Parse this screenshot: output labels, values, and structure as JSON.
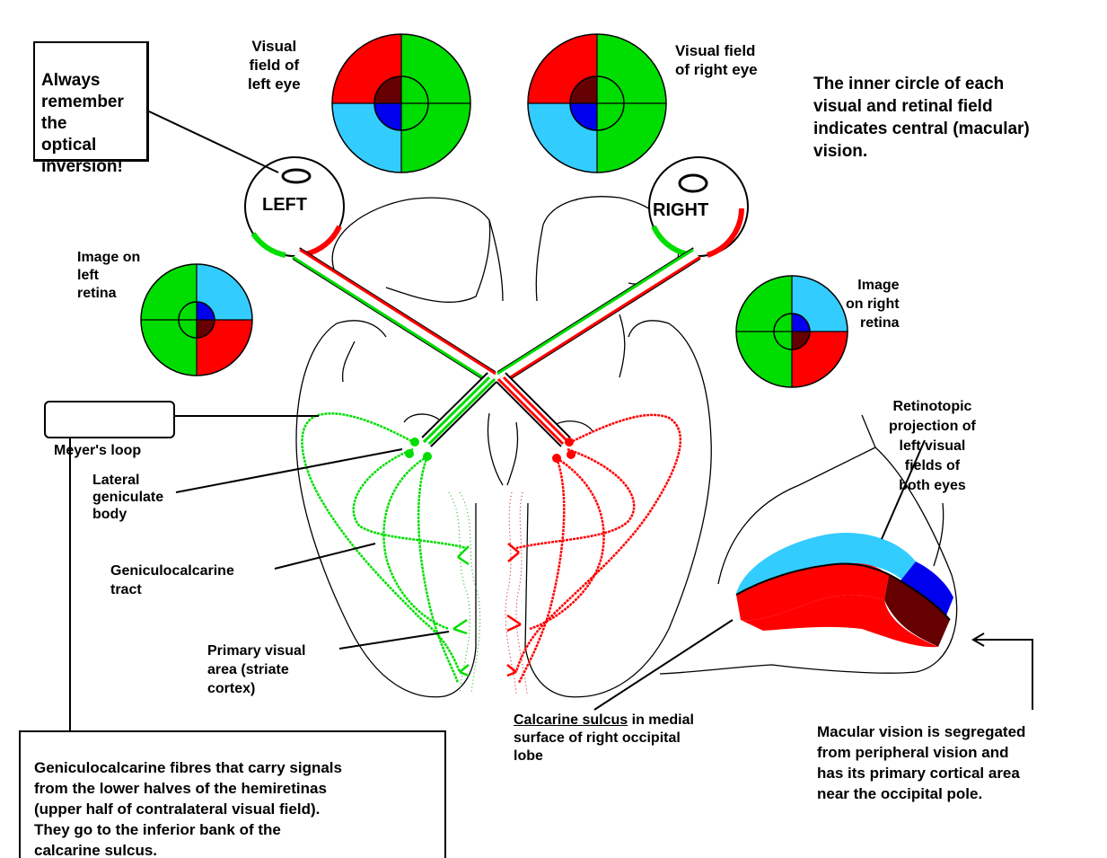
{
  "labels": {
    "reminder_box": "Always\nremember the\noptical\ninversion!",
    "visual_field_left": "Visual\nfield of\nleft eye",
    "visual_field_right": "Visual field\nof right eye",
    "inner_circle_note": "The inner circle of each\nvisual and retinal field\nindicates central (macular)\nvision.",
    "eye_left": "LEFT",
    "eye_right": "RIGHT",
    "image_left_retina": "Image on\nleft\nretina",
    "image_right_retina": "Image\non right\nretina",
    "meyers_loop": "Meyer's loop",
    "lateral_geniculate": "Lateral\ngeniculate\nbody",
    "geniculocalcarine_tract": "Geniculocalcarine\ntract",
    "primary_visual_area": "Primary visual\narea  (striate\ncortex)",
    "retinotopic_projection": "Retinotopic\nprojection of\nleft visual\nfields of\nboth eyes",
    "calcarine_sulcus_underlined": "Calcarine sulcus",
    "calcarine_sulcus_rest": " in medial\nsurface of right occipital\nlobe",
    "macular_vision_note": "Macular vision is segregated\nfrom peripheral vision and\nhas its primary cortical area\nnear the occipital pole.",
    "fibres_box": "Geniculocalcarine fibres that carry signals\nfrom the lower halves of the hemiretinas\n(upper half of contralateral visual field).\nThey go to the inferior bank of the\ncalcarine sulcus."
  },
  "colors": {
    "red": "#ff0000",
    "green": "#00dd00",
    "cyan": "#33ccff",
    "blue": "#0000ee",
    "maroon": "#660000",
    "outline": "#000000"
  }
}
